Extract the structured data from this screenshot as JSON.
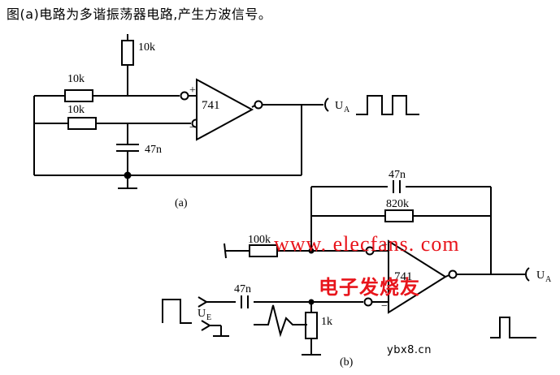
{
  "caption": "图(a)电路为多谐振荡器电路,产生方波信号。",
  "circuit_a": {
    "label": "(a)",
    "opamp": "741",
    "opamp_plus": "+",
    "opamp_minus": "−",
    "resistor_top": "10k",
    "resistor_plus": "10k",
    "resistor_minus": "10k",
    "capacitor": "47n",
    "output_label": "U",
    "output_sub": "A",
    "waveform": "square-wave-two-pulses"
  },
  "circuit_b": {
    "label": "(b)",
    "opamp": "741",
    "opamp_plus": "+",
    "opamp_minus": "−",
    "feedback_cap": "47n",
    "feedback_res": "820k",
    "input_res": "100k",
    "coupling_cap": "47n",
    "pulldown_res": "1k",
    "input_label": "U",
    "input_sub": "E",
    "output_label": "U",
    "output_sub": "A",
    "input_waveform": "square-pulse",
    "diff_waveform": "differentiated-spike",
    "output_waveform": "single-pulse"
  },
  "watermarks": {
    "url_red": "www. elecfans. com",
    "brand_red": "电子发烧友",
    "site_black": "ybx8.cn"
  }
}
